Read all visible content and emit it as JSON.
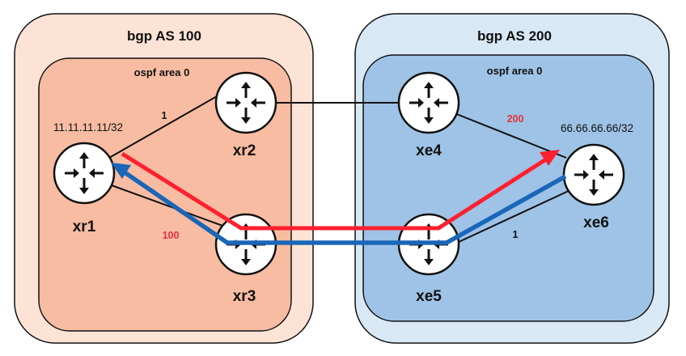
{
  "colors": {
    "as100_outer": "#fce3d6",
    "as100_inner": "#f8bca2",
    "as200_outer": "#d9e8f5",
    "as200_inner": "#9ec3e6",
    "router_fill": "#ffffff",
    "link": "#111111",
    "path_red": "#ff2030",
    "path_blue": "#1a66b8"
  },
  "as100": {
    "label": "bgp AS 100",
    "area_label": "ospf area 0"
  },
  "as200": {
    "label": "bgp AS 200",
    "area_label": "ospf area 0"
  },
  "routers": {
    "xr1": {
      "label": "xr1",
      "icon": "router-icon"
    },
    "xr2": {
      "label": "xr2",
      "icon": "router-icon"
    },
    "xr3": {
      "label": "xr3",
      "icon": "router-icon"
    },
    "xe4": {
      "label": "xe4",
      "icon": "router-icon"
    },
    "xe5": {
      "label": "xe5",
      "icon": "router-icon"
    },
    "xe6": {
      "label": "xe6",
      "icon": "router-icon"
    }
  },
  "prefixes": {
    "xr1": "11.11.11.11/32",
    "xe6": "66.66.66.66/32"
  },
  "costs": {
    "xr1_xr2": "1",
    "xr1_xr3": "100",
    "xe4_xe6": "200",
    "xe5_xe6": "1"
  },
  "paths": {
    "red": {
      "direction": "xr1 to xe6"
    },
    "blue": {
      "direction": "xe6 to xr1"
    }
  }
}
